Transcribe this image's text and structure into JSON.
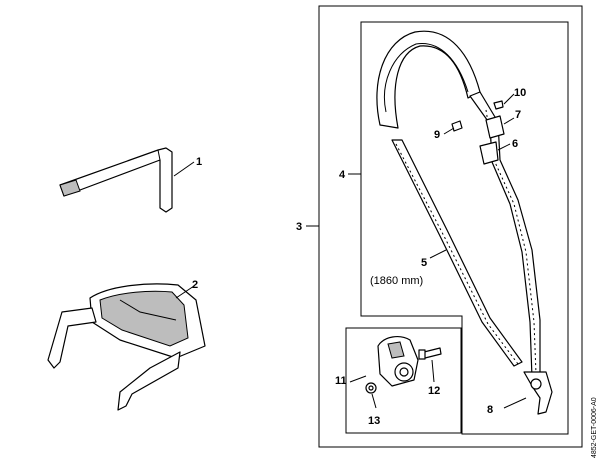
{
  "callouts": [
    "1",
    "2",
    "3",
    "4",
    "5",
    "6",
    "7",
    "8",
    "9",
    "10",
    "11",
    "12",
    "13"
  ],
  "dimension_label": "(1860 mm)",
  "drawing_code": "4852-GET-0006-A0"
}
